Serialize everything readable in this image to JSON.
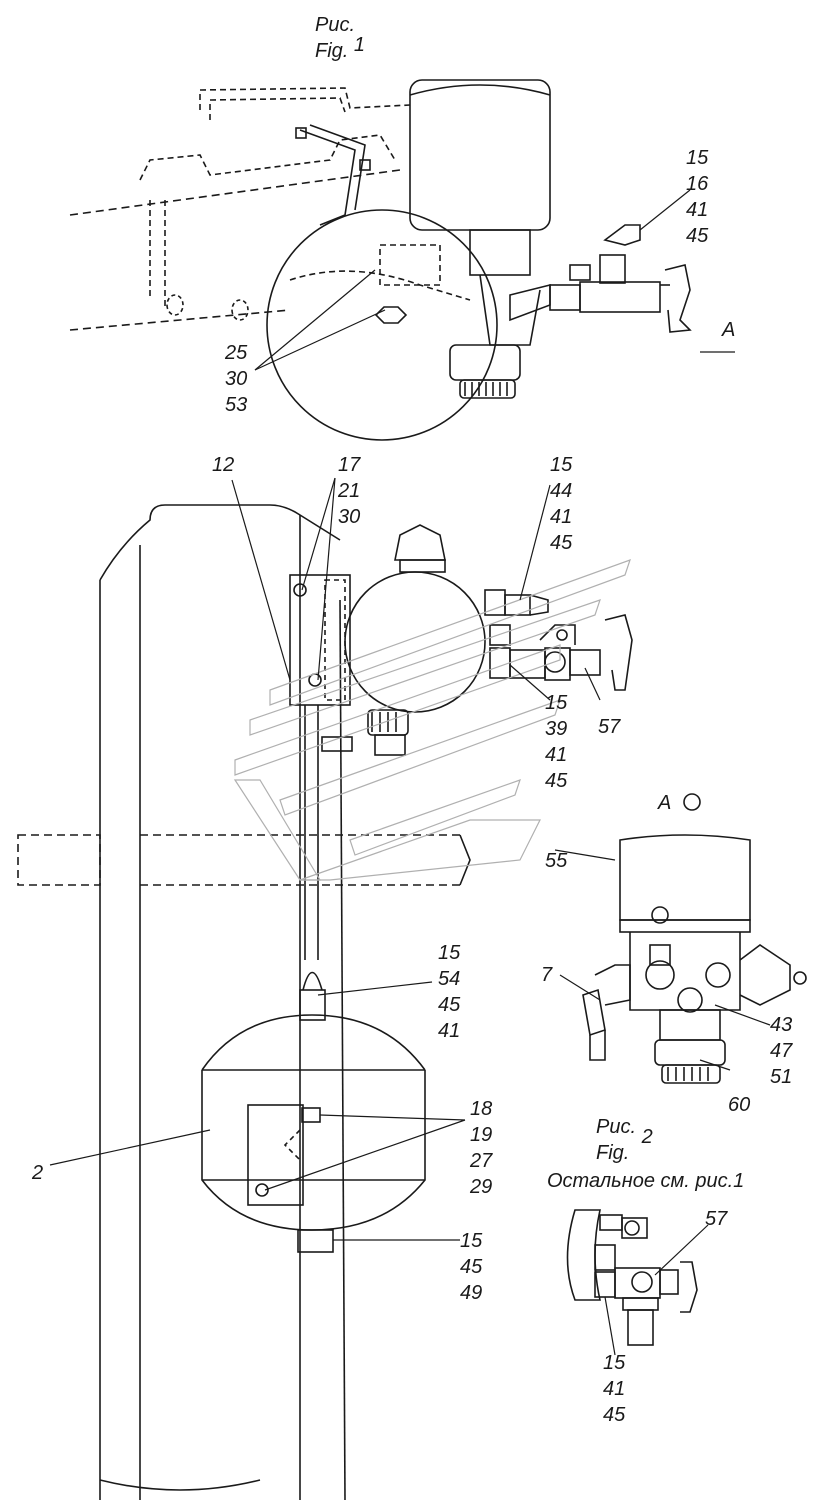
{
  "figures": {
    "fig1": {
      "line1": "Рис.",
      "line2": "Fig.",
      "number": "1"
    },
    "fig2": {
      "line1": "Рис.",
      "line2": "Fig.",
      "number": "2",
      "note": "Остальное см. рис.1"
    }
  },
  "view": {
    "letter": "А",
    "view_a": "А"
  },
  "callouts": {
    "c1": [
      "15",
      "16",
      "41",
      "45"
    ],
    "c2": [
      "25",
      "30",
      "53"
    ],
    "c3": "12",
    "c4": [
      "17",
      "21",
      "30"
    ],
    "c5": [
      "15",
      "44",
      "41",
      "45"
    ],
    "c6": [
      "15",
      "39",
      "41",
      "45"
    ],
    "c7": "57",
    "c8": "55",
    "c9": "7",
    "c10": [
      "43",
      "47",
      "51"
    ],
    "c11": "60",
    "c12": [
      "15",
      "54",
      "45",
      "41"
    ],
    "c13": "2",
    "c14": [
      "18",
      "19",
      "27",
      "29"
    ],
    "c15": [
      "15",
      "45",
      "49"
    ],
    "c16": "57",
    "c17": [
      "15",
      "41",
      "45"
    ]
  },
  "style": {
    "line_color": "#1a1a1a",
    "watermark_color": "#b0b0b0"
  }
}
